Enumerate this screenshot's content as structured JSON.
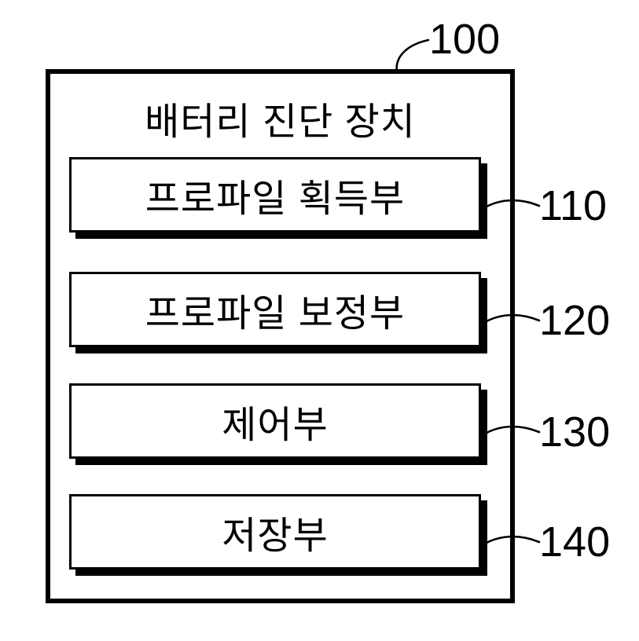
{
  "figure": {
    "title": "배터리 진단 장치",
    "device_ref": "100",
    "blocks": [
      {
        "label": "프로파일 획득부",
        "ref": "110"
      },
      {
        "label": "프로파일 보정부",
        "ref": "120"
      },
      {
        "label": "제어부",
        "ref": "130"
      },
      {
        "label": "저장부",
        "ref": "140"
      }
    ],
    "colors": {
      "line": "#000000",
      "background": "#ffffff",
      "box_fill": "#ffffff",
      "text": "#000000"
    }
  }
}
